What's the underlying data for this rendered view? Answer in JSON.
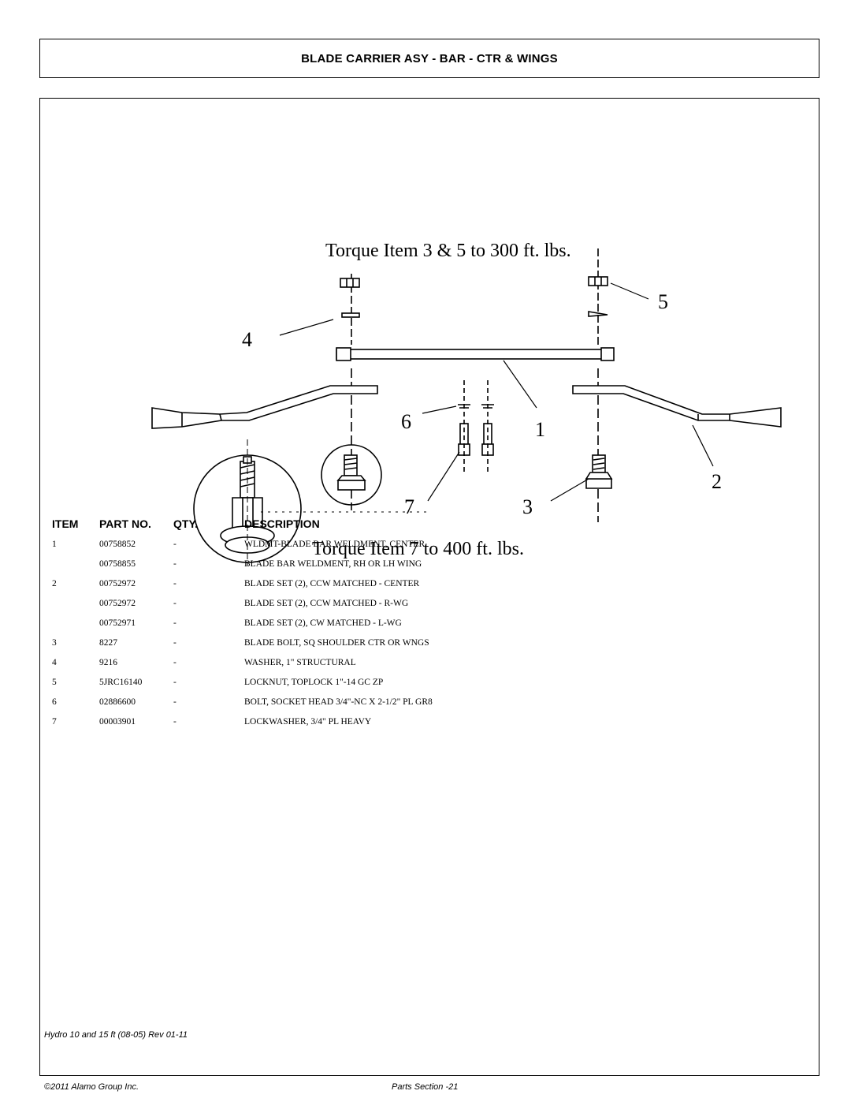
{
  "title": "BLADE CARRIER ASY - BAR - CTR & WINGS",
  "diagram": {
    "torque_top": "Torque Item 3 & 5 to 300 ft. lbs.",
    "torque_bottom": "Torque Item 7 to 400 ft. lbs.",
    "callouts": [
      "1",
      "2",
      "3",
      "4",
      "5",
      "6",
      "7"
    ]
  },
  "table": {
    "headers": {
      "item": "ITEM",
      "part_no": "PART NO.",
      "qty": "QTY.",
      "description": "DESCRIPTION"
    },
    "rows": [
      {
        "item": "1",
        "part": "00758852",
        "qty": "-",
        "desc": "WLDMT-BLADE BAR WELDMENT, CENTER"
      },
      {
        "item": "",
        "part": "00758855",
        "qty": "-",
        "desc": "BLADE BAR WELDMENT, RH OR LH WING"
      },
      {
        "item": "2",
        "part": "00752972",
        "qty": "-",
        "desc": "BLADE SET (2), CCW MATCHED - CENTER"
      },
      {
        "item": "",
        "part": "00752972",
        "qty": "-",
        "desc": "BLADE SET (2), CCW MATCHED - R-WG"
      },
      {
        "item": "",
        "part": "00752971",
        "qty": "-",
        "desc": "BLADE SET (2), CW MATCHED - L-WG"
      },
      {
        "item": "3",
        "part": "8227",
        "qty": "-",
        "desc": "BLADE BOLT, SQ SHOULDER CTR OR WNGS"
      },
      {
        "item": "4",
        "part": "9216",
        "qty": "-",
        "desc": "WASHER, 1\" STRUCTURAL"
      },
      {
        "item": "5",
        "part": "5JRC16140",
        "qty": "-",
        "desc": "LOCKNUT, TOPLOCK 1\"-14 GC ZP"
      },
      {
        "item": "6",
        "part": "02886600",
        "qty": "-",
        "desc": "BOLT, SOCKET HEAD 3/4\"-NC X 2-1/2\" PL GR8"
      },
      {
        "item": "7",
        "part": "00003901",
        "qty": "-",
        "desc": "LOCKWASHER, 3/4\" PL HEAVY"
      }
    ]
  },
  "footer": {
    "model": "Hydro 10 and 15 ft (08-05) Rev 01-11",
    "copyright": "©2011 Alamo Group Inc.",
    "section": "Parts Section -21"
  }
}
